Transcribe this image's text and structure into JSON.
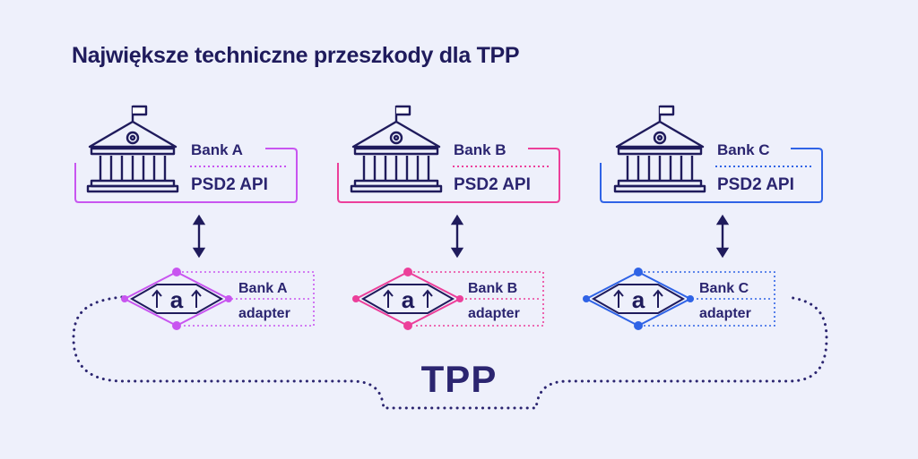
{
  "title": "Największe techniczne przeszkody dla TPP",
  "banks": [
    {
      "name": "Bank A",
      "api": "PSD2 API",
      "adapter_line1": "Bank A",
      "adapter_line2": "adapter",
      "adapter_letter": "a",
      "color": "#c855f0"
    },
    {
      "name": "Bank B",
      "api": "PSD2 API",
      "adapter_line1": "Bank B",
      "adapter_line2": "adapter",
      "adapter_letter": "a",
      "color": "#ec3f9a"
    },
    {
      "name": "Bank C",
      "api": "PSD2 API",
      "adapter_line1": "Bank C",
      "adapter_line2": "adapter",
      "adapter_letter": "a",
      "color": "#2f63e6"
    }
  ],
  "tpp_label": "TPP",
  "colors": {
    "background": "#eef0fb",
    "ink": "#1f1b5c",
    "dots": "#2b2570"
  },
  "icons": {
    "bank": "bank-building-icon",
    "link": "double-arrow-icon",
    "adapter": "adapter-diamond-icon"
  }
}
